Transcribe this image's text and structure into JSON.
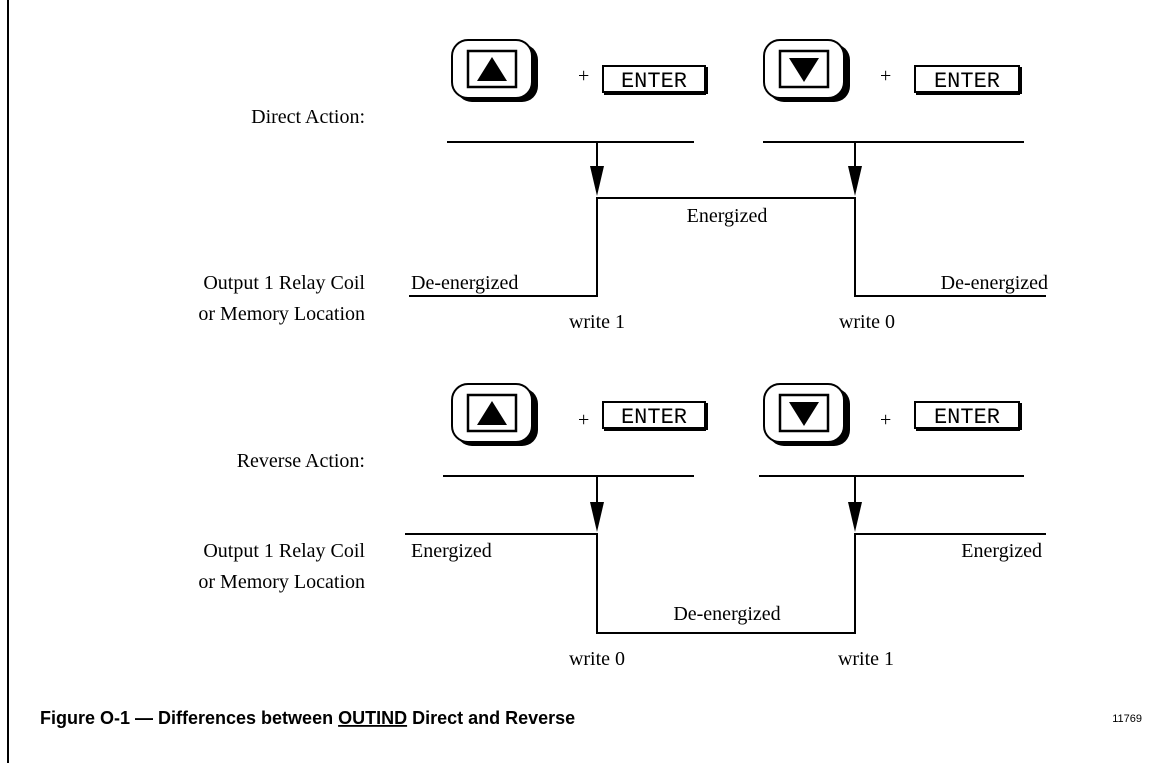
{
  "direct": {
    "label": "Direct Action:",
    "key_up_plus": "+",
    "key_up_enter": "ENTER",
    "key_down_plus": "+",
    "key_down_enter": "ENTER",
    "output_line1": "Output 1 Relay Coil",
    "output_line2": "or Memory Location",
    "state_left": "De-energized",
    "state_mid": "Energized",
    "state_right": "De-energized",
    "write_left": "write 1",
    "write_right": "write 0"
  },
  "reverse": {
    "label": "Reverse Action:",
    "key_up_plus": "+",
    "key_up_enter": "ENTER",
    "key_down_plus": "+",
    "key_down_enter": "ENTER",
    "output_line1": "Output 1 Relay Coil",
    "output_line2": "or Memory Location",
    "state_left": "Energized",
    "state_mid": "De-energized",
    "state_right": "Energized",
    "write_left": "write 0",
    "write_right": "write 1"
  },
  "caption": {
    "prefix": "Figure O-1 — Differences between ",
    "keyword": "OUTIND",
    "suffix": " Direct and Reverse"
  },
  "figure_number": "11769",
  "icons": {
    "up": "up-arrow-key-icon",
    "down": "down-arrow-key-icon"
  }
}
